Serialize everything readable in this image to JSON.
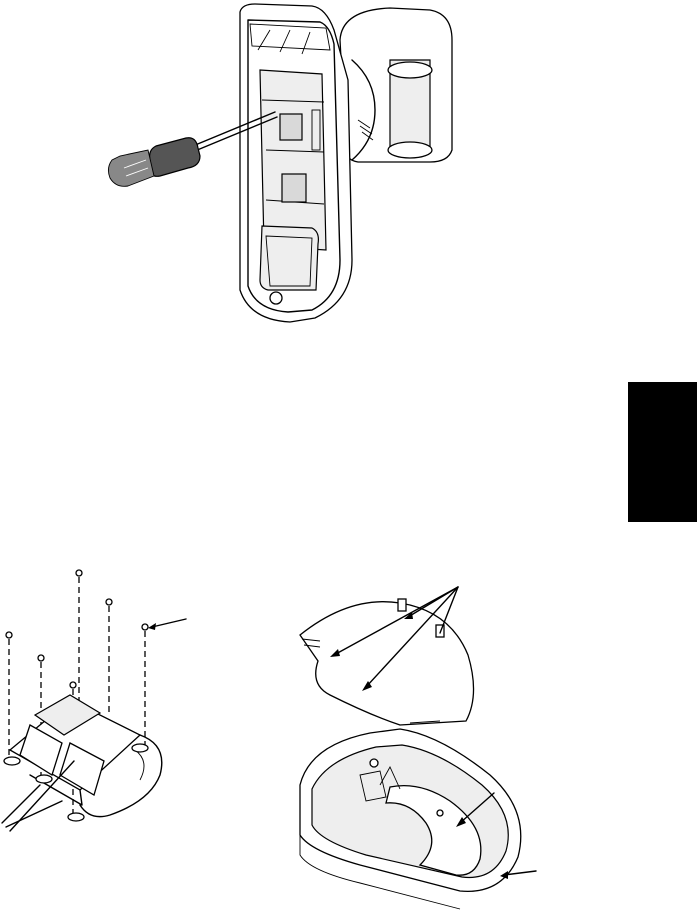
{
  "page": {
    "background": "#ffffff",
    "tab_color": "#000000"
  },
  "figures": {
    "top": "detector-with-screwdriver",
    "bottom_left": "lens-mounting-bracket-with-screws",
    "bottom_right": "lens-shield-and-housing"
  },
  "icons": [
    "screwdriver-icon",
    "screw-icon",
    "arrow-icon"
  ]
}
